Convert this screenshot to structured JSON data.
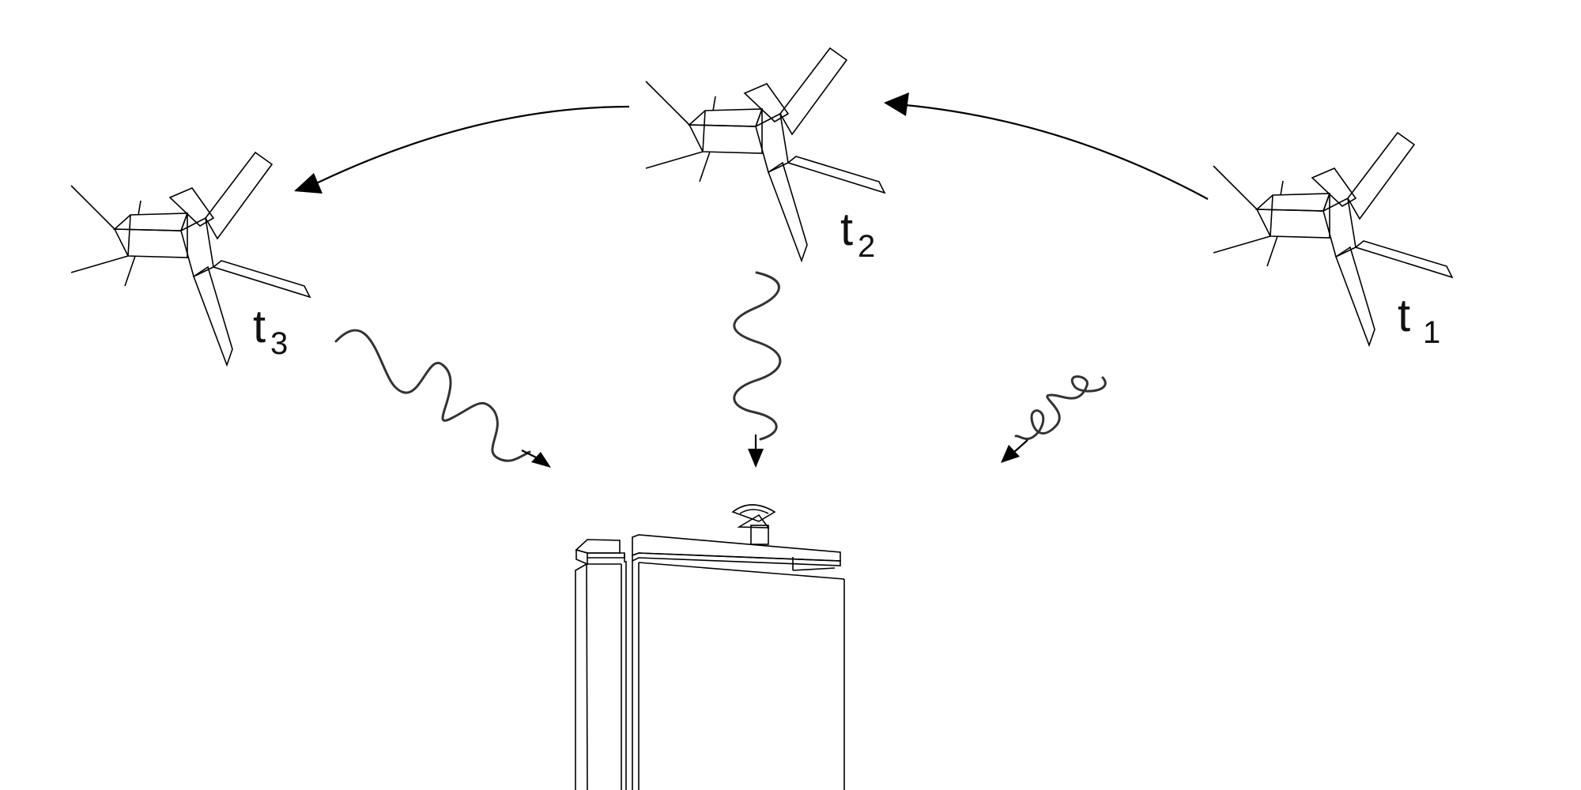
{
  "labels": {
    "t1": {
      "main": "t",
      "sub": "1"
    },
    "t2": {
      "main": "t",
      "sub": "2"
    },
    "t3": {
      "main": "t",
      "sub": "3"
    }
  }
}
